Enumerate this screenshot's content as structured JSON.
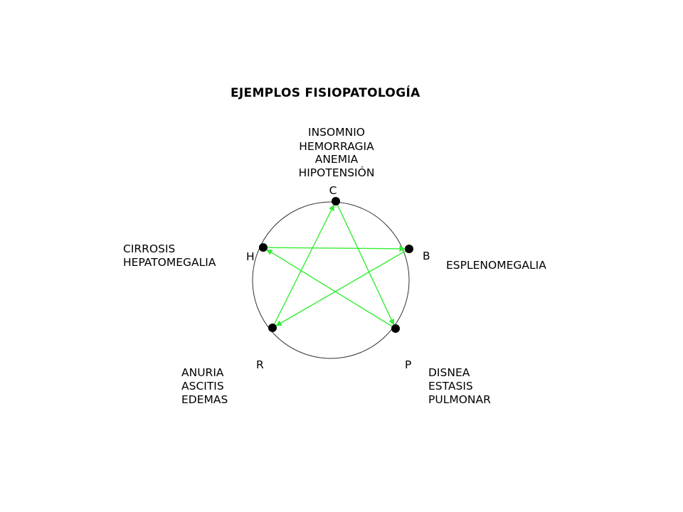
{
  "title": "EJEMPLOS FISIOPATOLOGÍA",
  "nodes": {
    "c": {
      "letter": "C",
      "conditions": [
        "INSOMNIO",
        "HEMORRAGIA",
        "ANEMIA",
        "HIPOTENSIÓN"
      ]
    },
    "b": {
      "letter": "B",
      "conditions": [
        "ESPLENOMEGALIA"
      ]
    },
    "p": {
      "letter": "P",
      "conditions": [
        "DISNEA",
        "ESTASIS",
        "PULMONAR"
      ]
    },
    "r": {
      "letter": "R",
      "conditions": [
        "ANURIA",
        "ASCITIS",
        "EDEMAS"
      ]
    },
    "h": {
      "letter": "H",
      "conditions": [
        "CIRROSIS",
        "HEPATOMEGALIA"
      ]
    }
  },
  "colors": {
    "arrow": "#33ee33",
    "circle": "#333333",
    "node": "#000000"
  }
}
